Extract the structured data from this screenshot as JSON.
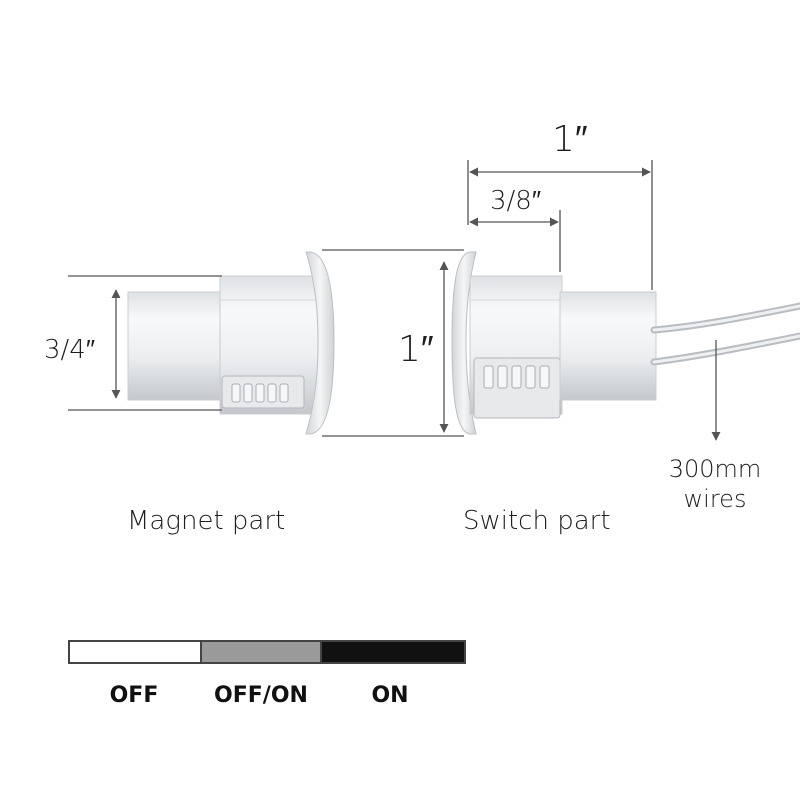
{
  "dimensions": {
    "overall_length": "1″",
    "switch_offset": "3/8″",
    "magnet_diameter": "3/4″",
    "flange_diameter": "1″"
  },
  "parts": {
    "magnet_label": "Magnet part",
    "switch_label": "Switch part"
  },
  "wires": {
    "line1": "300mm",
    "line2": "wires"
  },
  "legend": {
    "items": [
      {
        "label": "OFF",
        "color": "#ffffff"
      },
      {
        "label": "OFF/ON",
        "color": "#9a9a9a"
      },
      {
        "label": "ON",
        "color": "#111111"
      }
    ]
  },
  "colors": {
    "body": "#eef0f2",
    "shadow": "#b8bcc0",
    "dimension_line": "#555555"
  }
}
